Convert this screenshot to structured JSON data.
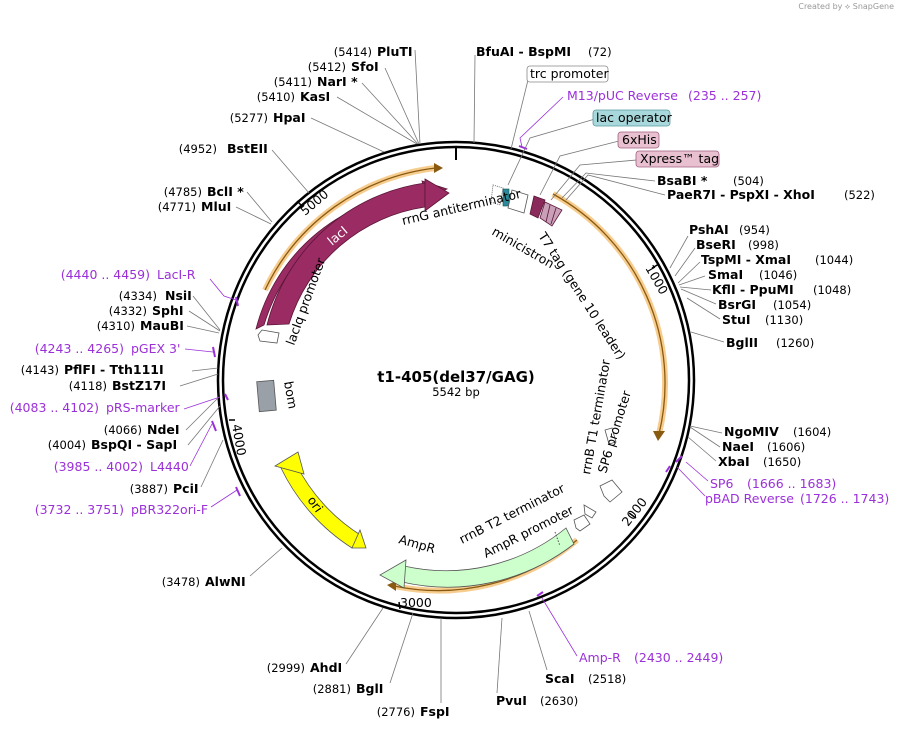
{
  "credit": "Created by ⟡ SnapGene",
  "plasmid": {
    "name": "t1-405(del37/GAG)",
    "size_label": "5542 bp",
    "length": 5542,
    "ticks": [
      "1000",
      "2000",
      "3000",
      "4000",
      "5000"
    ]
  },
  "features": [
    {
      "label": "lacI",
      "color": "#9b2c63"
    },
    {
      "label": "lacIq promoter",
      "color": "#ffffff"
    },
    {
      "label": "bom",
      "color": "#9aa0a8"
    },
    {
      "label": "ori",
      "color": "#ffff00"
    },
    {
      "label": "AmpR",
      "color": "#ccffcc"
    },
    {
      "label": "AmpR promoter",
      "color": "#ffffff"
    },
    {
      "label": "rrnB T2 terminator",
      "color": "#ffffff"
    },
    {
      "label": "rrnB T1 terminator",
      "color": "#ffffff"
    },
    {
      "label": "SP6 promoter",
      "color": "#ffffff"
    },
    {
      "label": "rrnG antiterminator",
      "color": "#ffffff"
    },
    {
      "label": "minicistron",
      "color": "#ffffff"
    },
    {
      "label": "T7 tag (gene 10 leader)",
      "color": "#c9a0b8"
    }
  ],
  "boxed_labels": [
    {
      "label": "trc promoter",
      "fill": "#ffffff",
      "stroke": "#888888"
    },
    {
      "label": "lac operator",
      "fill": "#a8d8dc",
      "stroke": "#5a9aa0"
    },
    {
      "label": "6xHis",
      "fill": "#e8c0cf",
      "stroke": "#a06080"
    },
    {
      "label": "Xpress™ tag",
      "fill": "#e8c0cf",
      "stroke": "#a06080"
    }
  ],
  "enzymes": [
    {
      "pos": "(5414)",
      "name": "PluTI"
    },
    {
      "pos": "(5412)",
      "name": "SfoI"
    },
    {
      "pos": "(5411)",
      "name": "NarI *"
    },
    {
      "pos": "(5410)",
      "name": "KasI"
    },
    {
      "pos": "(5277)",
      "name": "HpaI"
    },
    {
      "pos": "(4952)",
      "name": "BstEII"
    },
    {
      "pos": "(4785)",
      "name": "BclI *"
    },
    {
      "pos": "(4771)",
      "name": "MluI"
    },
    {
      "pos": "(4334)",
      "name": "NsiI"
    },
    {
      "pos": "(4332)",
      "name": "SphI"
    },
    {
      "pos": "(4310)",
      "name": "MauBI"
    },
    {
      "pos": "(4143)",
      "name": "PflFI  - Tth111I"
    },
    {
      "pos": "(4118)",
      "name": "BstZ17I"
    },
    {
      "pos": "(4066)",
      "name": "NdeI"
    },
    {
      "pos": "(4004)",
      "name": "BspQI  - SapI"
    },
    {
      "pos": "(3887)",
      "name": "PciI"
    },
    {
      "pos": "(3478)",
      "name": "AlwNI"
    },
    {
      "pos": "(2999)",
      "name": "AhdI"
    },
    {
      "pos": "(2881)",
      "name": "BglI"
    },
    {
      "pos": "(2776)",
      "name": "FspI"
    },
    {
      "name": "BfuAI  - BspMI",
      "pos": "(72)"
    },
    {
      "name": "BsaBI *",
      "pos": "(504)"
    },
    {
      "name": "PaeR7I  - PspXI  - XhoI",
      "pos": "(522)"
    },
    {
      "name": "PshAI",
      "pos": "(954)"
    },
    {
      "name": "BseRI",
      "pos": "(998)"
    },
    {
      "name": "TspMI  - XmaI",
      "pos": "(1044)"
    },
    {
      "name": "SmaI",
      "pos": "(1046)"
    },
    {
      "name": "KflI  - PpuMI",
      "pos": "(1048)"
    },
    {
      "name": "BsrGI",
      "pos": "(1054)"
    },
    {
      "name": "StuI",
      "pos": "(1130)"
    },
    {
      "name": "BglII",
      "pos": "(1260)"
    },
    {
      "name": "NgoMIV",
      "pos": "(1604)"
    },
    {
      "name": "NaeI",
      "pos": "(1606)"
    },
    {
      "name": "XbaI",
      "pos": "(1650)"
    },
    {
      "name": "PvuI",
      "pos": "(2630)"
    },
    {
      "name": "ScaI",
      "pos": "(2518)"
    }
  ],
  "primers": [
    {
      "name": "LacI-R",
      "range": "(4440 .. 4459)"
    },
    {
      "name": "pGEX 3'",
      "range": "(4243 .. 4265)"
    },
    {
      "name": "pRS-marker",
      "range": "(4083 .. 4102)"
    },
    {
      "name": "L4440",
      "range": "(3985 .. 4002)"
    },
    {
      "name": "pBR322ori-F",
      "range": "(3732 .. 3751)"
    },
    {
      "name": "M13/pUC Reverse",
      "range": "(235 .. 257)"
    },
    {
      "name": "SP6",
      "range": "(1666 .. 1683)"
    },
    {
      "name": "pBAD Reverse",
      "range": "(1726 .. 1743)"
    },
    {
      "name": "Amp-R",
      "range": "(2430 .. 2449)"
    }
  ],
  "icons": {
    "credit": "snapgene-logo-icon"
  }
}
